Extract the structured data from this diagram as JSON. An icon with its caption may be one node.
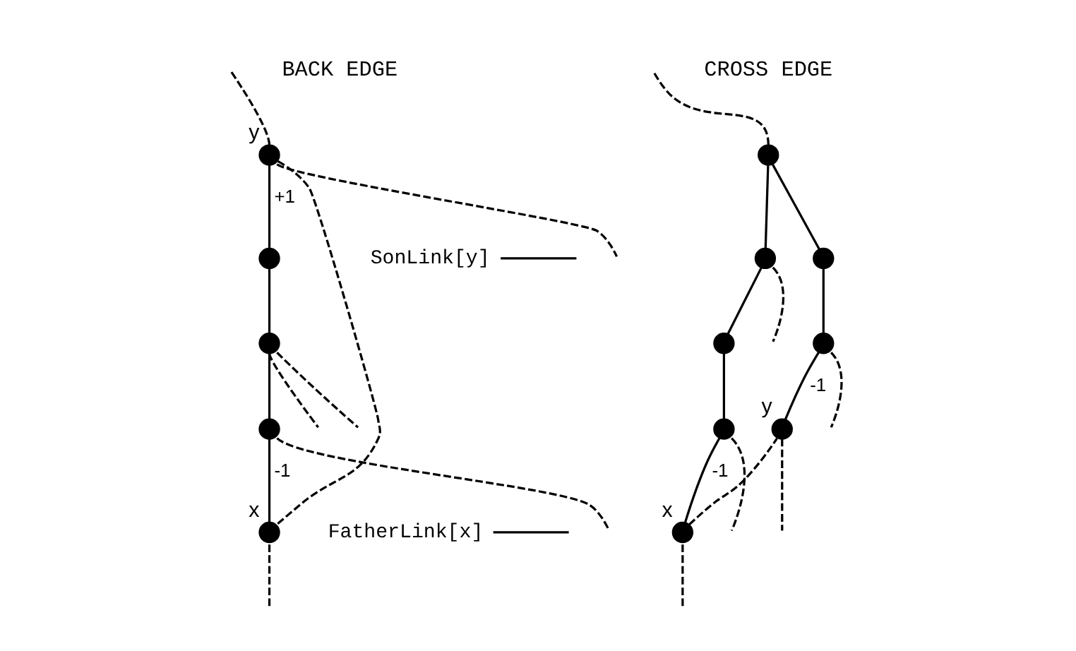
{
  "diagram": {
    "nodes": [
      {
        "text": [],
        "shape": "circle",
        "beside": [
          "y"
        ]
      },
      {
        "text": [],
        "shape": "circle"
      },
      {
        "text": [],
        "shape": "circle"
      },
      {
        "text": [],
        "shape": "circle"
      },
      {
        "text": [],
        "shape": "circle",
        "beside": [
          "x"
        ]
      },
      {
        "text": [
          "SonLink[y]"
        ]
      },
      {
        "text": [
          "FatherLink[x]"
        ]
      },
      {
        "text": [],
        "shape": "circle"
      },
      {
        "text": [],
        "shape": "circle"
      },
      {
        "text": [],
        "shape": "circle"
      },
      {
        "text": [],
        "shape": "circle"
      },
      {
        "text": [],
        "shape": "circle"
      },
      {
        "text": [],
        "shape": "circle"
      },
      {
        "text": [],
        "shape": "circle",
        "beside": [
          "y"
        ]
      },
      {
        "text": [],
        "shape": "circle",
        "beside": [
          "x"
        ]
      }
    ],
    "edges": [
      {
        "from": 0,
        "to": 1,
        "arrow": "none",
        "label": "+1"
      },
      {
        "from": 1,
        "to": 2,
        "arrow": "none"
      },
      {
        "from": 2,
        "to": 3,
        "arrow": "none"
      },
      {
        "from": 3,
        "to": 4,
        "arrow": "none",
        "label": "-1"
      },
      {
        "from": 0,
        "to": 4,
        "arrow": "none",
        "style": "dashed"
      },
      {
        "from": 5,
        "to": null,
        "arrow": "none"
      },
      {
        "from": 6,
        "to": null,
        "arrow": "none"
      },
      {
        "from": 7,
        "to": 8,
        "arrow": "none"
      },
      {
        "from": 7,
        "to": 9,
        "arrow": "none"
      },
      {
        "from": 8,
        "to": 10,
        "arrow": "none"
      },
      {
        "from": 9,
        "to": 11,
        "arrow": "none"
      },
      {
        "from": 10,
        "to": 12,
        "arrow": "none"
      },
      {
        "from": 12,
        "to": 14,
        "arrow": "none",
        "label": "-1"
      },
      {
        "from": 11,
        "to": 13,
        "arrow": "none",
        "label": "-1"
      },
      {
        "from": 14,
        "to": 13,
        "arrow": "none",
        "style": "dashed"
      },
      {
        "from": 0,
        "to": null,
        "arrow": "none",
        "style": "dashed"
      },
      {
        "from": 0,
        "to": null,
        "arrow": "none",
        "style": "dashed"
      },
      {
        "from": 2,
        "to": null,
        "arrow": "none",
        "style": "dashed"
      },
      {
        "from": 2,
        "to": null,
        "arrow": "none",
        "style": "dashed"
      },
      {
        "from": 3,
        "to": null,
        "arrow": "none",
        "style": "dashed"
      },
      {
        "from": 4,
        "to": null,
        "arrow": "none",
        "style": "dashed"
      },
      {
        "from": 7,
        "to": null,
        "arrow": "none",
        "style": "dashed"
      },
      {
        "from": 8,
        "to": null,
        "arrow": "none",
        "style": "dashed"
      },
      {
        "from": 11,
        "to": null,
        "arrow": "none",
        "style": "dashed"
      },
      {
        "from": 12,
        "to": null,
        "arrow": "none",
        "style": "dashed"
      },
      {
        "from": 13,
        "to": null,
        "arrow": "none",
        "style": "dashed"
      },
      {
        "from": 14,
        "to": null,
        "arrow": "none",
        "style": "dashed"
      }
    ],
    "labels": [
      "BACK EDGE",
      "CROSS EDGE"
    ]
  }
}
